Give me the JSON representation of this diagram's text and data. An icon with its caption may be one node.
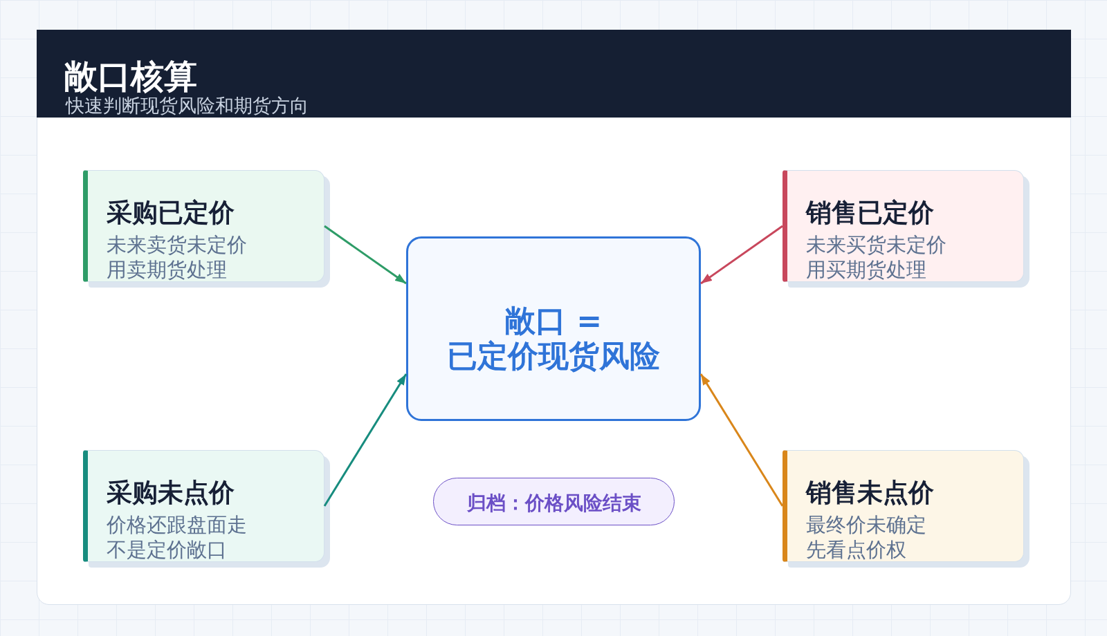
{
  "diagram": {
    "title": "敞口核算",
    "nodes": [
      {
        "text": [
          "采购已定价",
          "未来卖货未定价",
          "用卖期货处理"
        ]
      },
      {
        "text": [
          "销售已定价",
          "未来买货未定价",
          "用买期货处理"
        ]
      },
      {
        "text": [
          "敞口 = 已定价现货风险"
        ]
      },
      {
        "text": [
          "采购未点价",
          "价格还跟盘面走",
          "不是定价敞口"
        ]
      },
      {
        "text": [
          "归档：价格风险结束"
        ]
      },
      {
        "text": [
          "销售未点价",
          "最终价未确定",
          "先看点价权"
        ]
      }
    ],
    "edges": [
      {
        "from": 0,
        "to": 2,
        "arrow": "to",
        "color": "#2e9c67"
      },
      {
        "from": 1,
        "to": 2,
        "arrow": "to",
        "color": "#c8475c"
      },
      {
        "from": 3,
        "to": 2,
        "arrow": "to",
        "color": "#178c7e"
      },
      {
        "from": 5,
        "to": 2,
        "arrow": "to",
        "color": "#d9861a"
      }
    ],
    "labels": [
      "快速判断现货风险和期货方向"
    ]
  }
}
